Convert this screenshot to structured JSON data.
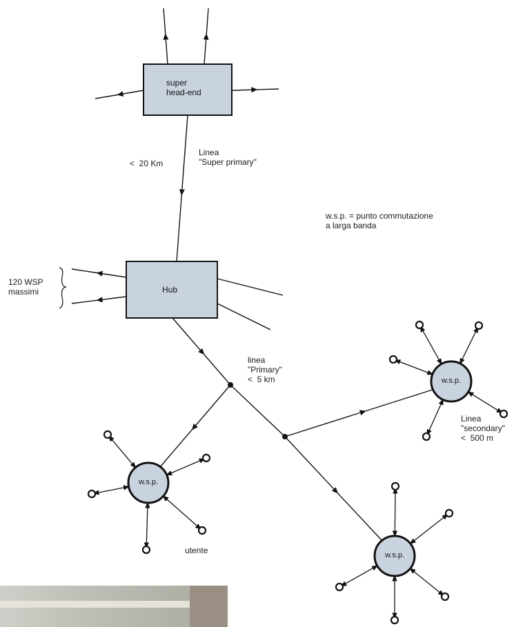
{
  "colors": {
    "box_fill": "#c9d3df",
    "node_fill": "#c9d3df",
    "line": "#111111"
  },
  "boxes": {
    "super_head_end": "super\nhead-end",
    "hub": "Hub"
  },
  "labels": {
    "distance_super": "<  20 Km",
    "linea_super": "Linea\n\"Super primary\"",
    "legend": "w.s.p. = punto commutazione\na larga banda",
    "wsp_count": "120 WSP\nmassimi",
    "linea_primary": "linea\n\"Primary\"\n<  5 km",
    "linea_secondary": "Linea\n\"secondary\"\n<  500 m",
    "utente": "utente"
  },
  "nodes": {
    "left": "w.s.p.",
    "right": "w.s.p.",
    "bottom": "w.s.p."
  }
}
